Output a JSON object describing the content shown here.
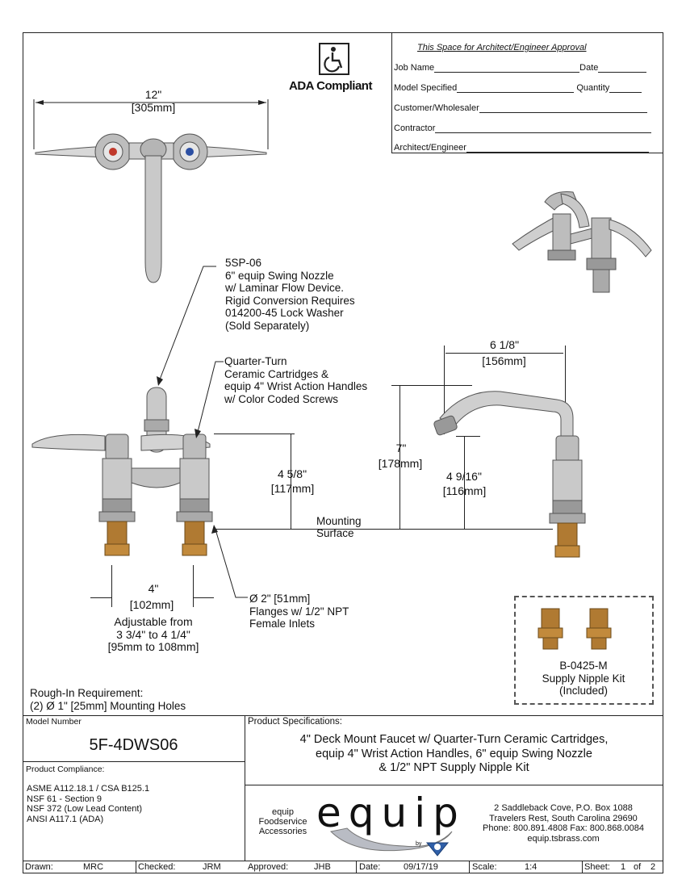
{
  "approval": {
    "title": "This Space for Architect/Engineer Approval",
    "job_name": "Job Name",
    "date": "Date",
    "model_specified": "Model Specified",
    "quantity": "Quantity",
    "customer": "Customer/Wholesaler",
    "contractor": "Contractor",
    "architect": "Architect/Engineer"
  },
  "ada_label": "ADA Compliant",
  "top_view": {
    "width_in": "12\"",
    "width_mm": "[305mm]"
  },
  "nozzle_note": [
    "5SP-06",
    "6\" equip Swing Nozzle",
    "w/ Laminar Flow Device.",
    "Rigid Conversion Requires",
    "014200-45 Lock Washer",
    "(Sold Separately)"
  ],
  "cartridge_note": [
    "Quarter-Turn",
    "Ceramic Cartridges &",
    "equip 4\" Wrist Action Handles",
    "w/ Color Coded Screws"
  ],
  "dims": {
    "height_in": "4 5/8\"",
    "height_mm": "[117mm]",
    "spread_in": "4\"",
    "spread_mm": "[102mm]",
    "adjustable": [
      "Adjustable from",
      "3 3/4\" to 4 1/4\"",
      "[95mm to 108mm]"
    ],
    "reach_in": "6 1/8\"",
    "reach_mm": "[156mm]",
    "overall_in": "7\"",
    "overall_mm": "[178mm]",
    "outlet_in": "4 9/16\"",
    "outlet_mm": "[116mm]"
  },
  "mounting": [
    "Mounting",
    "Surface"
  ],
  "flange_note": [
    "Ø 2\" [51mm]",
    "Flanges w/ 1/2\" NPT",
    "Female Inlets"
  ],
  "nipple_kit": [
    "B-0425-M",
    "Supply Nipple Kit",
    "(Included)"
  ],
  "rough_in": [
    "Rough-In Requirement:",
    "(2) Ø 1\" [25mm] Mounting Holes"
  ],
  "title_block": {
    "model_label": "Model Number",
    "model": "5F-4DWS06",
    "compliance_label": "Product Compliance:",
    "compliance": [
      "ASME A112.18.1 / CSA B125.1",
      "NSF 61 - Section 9",
      "NSF 372 (Low Lead Content)",
      "ANSI A117.1 (ADA)"
    ],
    "spec_label": "Product Specifications:",
    "spec": [
      "4\" Deck Mount Faucet w/ Quarter-Turn Ceramic Cartridges,",
      "equip 4\" Wrist Action Handles, 6\" equip Swing Nozzle",
      "& 1/2\" NPT Supply Nipple Kit"
    ],
    "brand_left": [
      "equip",
      "Foodservice",
      "Accessories"
    ],
    "logo_text": "equip",
    "logo_by": "by",
    "address": [
      "2 Saddleback Cove, P.O. Box 1088",
      "Travelers Rest, South Carolina 29690",
      "Phone: 800.891.4808  Fax: 800.868.0084",
      "equip.tsbrass.com"
    ]
  },
  "footer": {
    "drawn_label": "Drawn:",
    "drawn": "MRC",
    "checked_label": "Checked:",
    "checked": "JRM",
    "approved_label": "Approved:",
    "approved": "JHB",
    "date_label": "Date:",
    "date": "09/17/19",
    "scale_label": "Scale:",
    "scale": "1:4",
    "sheet_label": "Sheet:",
    "sheet": "1",
    "of_label": "of",
    "sheet_total": "2"
  }
}
